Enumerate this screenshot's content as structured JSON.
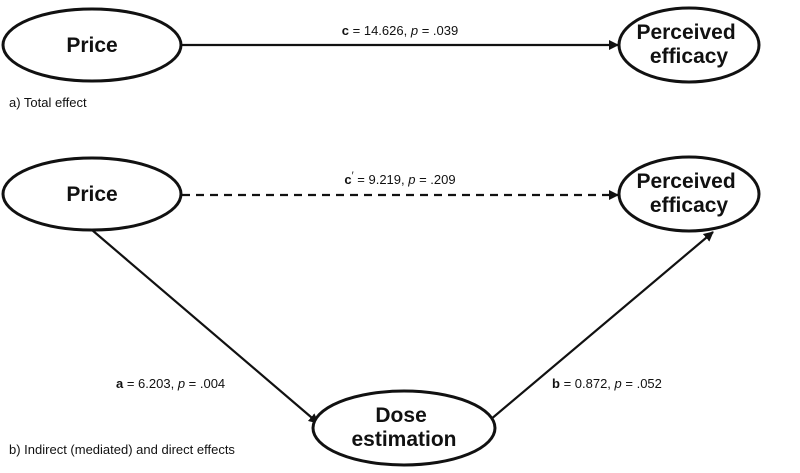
{
  "panel_a": {
    "caption": "a) Total effect",
    "source_node": "Price",
    "target_node": [
      "Perceived",
      "efficacy"
    ],
    "edge_c": {
      "symbol": "c",
      "eq": " = 14.626, ",
      "p": "p",
      "p_value": " = .039"
    }
  },
  "panel_b": {
    "caption": "b) Indirect (mediated) and direct effects",
    "source_node": "Price",
    "target_node": [
      "Perceived",
      "efficacy"
    ],
    "mediator_node": [
      "Dose",
      "estimation"
    ],
    "edge_c_prime": {
      "symbol": "c",
      "prime": "′",
      "eq": " = 9.219, ",
      "p": "p",
      "p_value": " = .209"
    },
    "edge_a": {
      "symbol": "a",
      "eq": " = 6.203, ",
      "p": "p",
      "p_value": " = .004"
    },
    "edge_b": {
      "symbol": "b",
      "eq": " = 0.872, ",
      "p": "p",
      "p_value": " = .052"
    }
  }
}
